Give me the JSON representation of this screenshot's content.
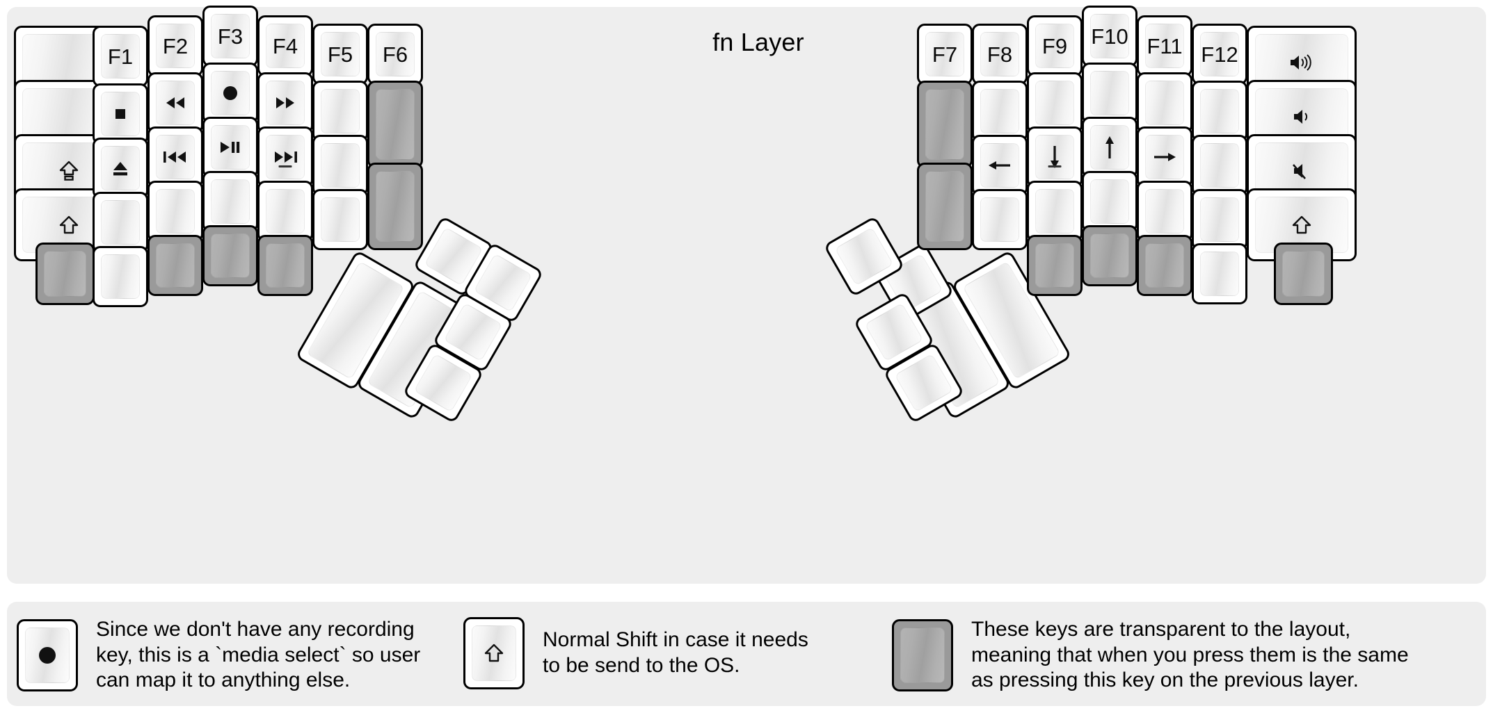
{
  "title": "fn Layer",
  "colors": {
    "background": "#eeeeee",
    "key_face": "#f2f2f2",
    "key_border": "#000000",
    "transparent_key": "#a8a8a8"
  },
  "left_half": {
    "columns": [
      {
        "name": "pinky-outer",
        "keys": [
          {
            "label": "",
            "type": "blank",
            "w": "1.5u"
          },
          {
            "label": "",
            "type": "blank",
            "w": "1.5u"
          },
          {
            "label": "caps-lock-icon",
            "type": "icon",
            "w": "1.5u"
          },
          {
            "label": "shift-icon",
            "type": "icon",
            "w": "1.5u"
          },
          {
            "label": "",
            "type": "transparent",
            "w": "1u"
          }
        ]
      },
      {
        "name": "pinky",
        "keys": [
          {
            "label": "F1",
            "type": "text"
          },
          {
            "label": "media-stop-icon",
            "type": "icon"
          },
          {
            "label": "media-eject-icon",
            "type": "icon"
          },
          {
            "label": "",
            "type": "blank"
          },
          {
            "label": "",
            "type": "blank"
          }
        ]
      },
      {
        "name": "ring",
        "keys": [
          {
            "label": "F2",
            "type": "text"
          },
          {
            "label": "media-rewind-icon",
            "type": "icon"
          },
          {
            "label": "media-previous-icon",
            "type": "icon"
          },
          {
            "label": "",
            "type": "blank"
          },
          {
            "label": "",
            "type": "transparent"
          }
        ]
      },
      {
        "name": "middle",
        "keys": [
          {
            "label": "F3",
            "type": "text"
          },
          {
            "label": "media-record-icon",
            "type": "icon"
          },
          {
            "label": "media-play-pause-icon",
            "type": "icon"
          },
          {
            "label": "",
            "type": "blank"
          },
          {
            "label": "",
            "type": "transparent"
          }
        ]
      },
      {
        "name": "index",
        "keys": [
          {
            "label": "F4",
            "type": "text"
          },
          {
            "label": "media-fast-forward-icon",
            "type": "icon"
          },
          {
            "label": "media-next-icon",
            "type": "icon",
            "underbar": true
          },
          {
            "label": "",
            "type": "blank"
          },
          {
            "label": "",
            "type": "transparent"
          }
        ]
      },
      {
        "name": "index-inner",
        "keys": [
          {
            "label": "F5",
            "type": "text"
          },
          {
            "label": "",
            "type": "blank"
          },
          {
            "label": "",
            "type": "blank"
          },
          {
            "label": "",
            "type": "blank"
          }
        ]
      },
      {
        "name": "inner",
        "keys": [
          {
            "label": "F6",
            "type": "text"
          },
          {
            "label": "",
            "type": "transparent",
            "h": "1.5u"
          },
          {
            "label": "",
            "type": "transparent",
            "h": "1.5u"
          }
        ]
      }
    ],
    "thumb_cluster": [
      {
        "name": "thumb-big-outer",
        "size": "2u"
      },
      {
        "name": "thumb-big-inner",
        "size": "2u"
      },
      {
        "name": "thumb-top",
        "size": "1u"
      },
      {
        "name": "thumb-top-inner",
        "size": "1u"
      },
      {
        "name": "thumb-mid-inner",
        "size": "1u"
      },
      {
        "name": "thumb-bottom-inner",
        "size": "1u"
      }
    ]
  },
  "right_half": {
    "columns": [
      {
        "name": "inner",
        "keys": [
          {
            "label": "F7",
            "type": "text"
          },
          {
            "label": "",
            "type": "transparent",
            "h": "1.5u"
          },
          {
            "label": "",
            "type": "transparent",
            "h": "1.5u"
          }
        ]
      },
      {
        "name": "index-inner",
        "keys": [
          {
            "label": "F8",
            "type": "text"
          },
          {
            "label": "",
            "type": "blank"
          },
          {
            "label": "arrow-left-icon",
            "type": "icon"
          },
          {
            "label": "",
            "type": "blank"
          }
        ]
      },
      {
        "name": "index",
        "keys": [
          {
            "label": "F9",
            "type": "text"
          },
          {
            "label": "",
            "type": "blank"
          },
          {
            "label": "arrow-down-icon",
            "type": "icon",
            "underbar": true
          },
          {
            "label": "",
            "type": "blank"
          },
          {
            "label": "",
            "type": "transparent"
          }
        ]
      },
      {
        "name": "middle",
        "keys": [
          {
            "label": "F10",
            "type": "text"
          },
          {
            "label": "",
            "type": "blank"
          },
          {
            "label": "arrow-up-icon",
            "type": "icon"
          },
          {
            "label": "",
            "type": "blank"
          },
          {
            "label": "",
            "type": "transparent"
          }
        ]
      },
      {
        "name": "ring",
        "keys": [
          {
            "label": "F11",
            "type": "text"
          },
          {
            "label": "",
            "type": "blank"
          },
          {
            "label": "arrow-right-icon",
            "type": "icon"
          },
          {
            "label": "",
            "type": "blank"
          },
          {
            "label": "",
            "type": "transparent"
          }
        ]
      },
      {
        "name": "pinky",
        "keys": [
          {
            "label": "F12",
            "type": "text"
          },
          {
            "label": "",
            "type": "blank"
          },
          {
            "label": "",
            "type": "blank"
          },
          {
            "label": "",
            "type": "blank"
          },
          {
            "label": "",
            "type": "blank"
          }
        ]
      },
      {
        "name": "pinky-outer",
        "keys": [
          {
            "label": "volume-up-icon",
            "type": "icon",
            "w": "1.5u"
          },
          {
            "label": "volume-down-icon",
            "type": "icon",
            "w": "1.5u"
          },
          {
            "label": "volume-mute-icon",
            "type": "icon",
            "w": "1.5u"
          },
          {
            "label": "shift-icon",
            "type": "icon",
            "w": "1.5u"
          },
          {
            "label": "",
            "type": "transparent",
            "w": "1u"
          }
        ]
      }
    ],
    "thumb_cluster": [
      {
        "name": "thumb-big-outer",
        "size": "2u"
      },
      {
        "name": "thumb-big-inner",
        "size": "2u"
      },
      {
        "name": "thumb-top",
        "size": "1u"
      },
      {
        "name": "thumb-top-inner",
        "size": "1u"
      },
      {
        "name": "thumb-mid-inner",
        "size": "1u"
      },
      {
        "name": "thumb-bottom-inner",
        "size": "1u"
      }
    ]
  },
  "legend": [
    {
      "key_icon": "media-record-icon",
      "text": "Since we don't have any recording\nkey, this is a `media select` so user\ncan map it to anything else."
    },
    {
      "key_icon": "shift-icon",
      "text": "Normal Shift in case it needs\nto be send to the OS."
    },
    {
      "key_icon": "transparent-key",
      "text": "These keys are transparent to the layout,\nmeaning that when you press them is the same\nas pressing this key on the previous layer."
    }
  ]
}
